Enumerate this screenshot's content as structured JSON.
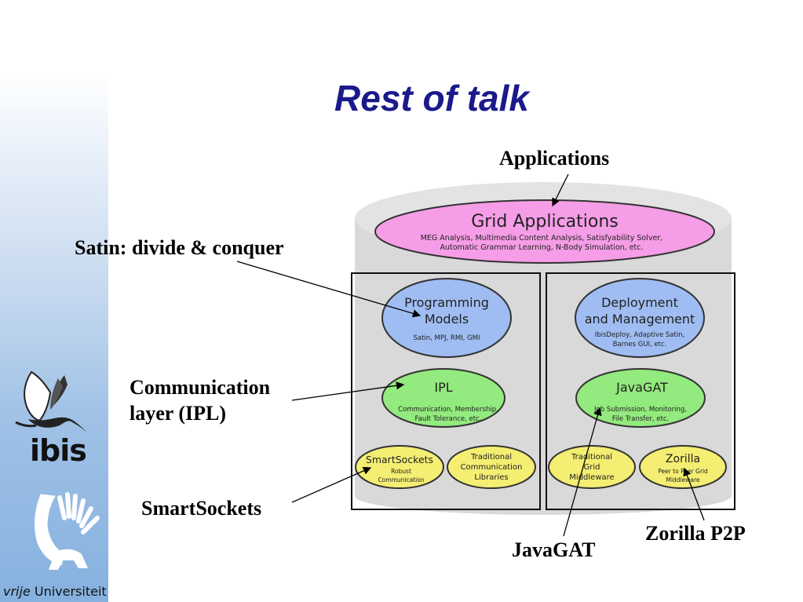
{
  "slide": {
    "title": "Rest of talk"
  },
  "annotations": {
    "applications": "Applications",
    "satin": "Satin: divide & conquer",
    "communication_line1": "Communication",
    "communication_line2": "layer (IPL)",
    "smartsockets": "SmartSockets",
    "javagat": "JavaGAT",
    "zorilla": "Zorilla P2P"
  },
  "diagram": {
    "grid_applications": {
      "title": "Grid Applications",
      "line1": "MEG Analysis, Multimedia Content Analysis, Satisfyability Solver,",
      "line2": "Automatic Grammar Learning, N-Body Simulation, etc."
    },
    "programming_models": {
      "line1": "Programming",
      "line2": "Models",
      "sub": "Satin, MPJ, RMI, GMI"
    },
    "deployment": {
      "line1": "Deployment",
      "line2": "and Management",
      "sub1": "IbisDeploy, Adaptive Satin,",
      "sub2": "Barnes GUI, etc."
    },
    "ipl": {
      "title": "IPL",
      "sub1": "Communication, Membership,",
      "sub2": "Fault Tolerance, etc."
    },
    "javagat": {
      "title": "JavaGAT",
      "sub1": "Job Submission, Monitoring,",
      "sub2": "File Transfer, etc."
    },
    "smartsockets": {
      "title": "SmartSockets",
      "sub1": "Robust",
      "sub2": "Communication"
    },
    "traditional_comm": {
      "line1": "Traditional",
      "line2": "Communication",
      "line3": "Libraries"
    },
    "traditional_grid": {
      "line1": "Traditional",
      "line2": "Grid",
      "line3": "Middleware"
    },
    "zorilla": {
      "title": "Zorilla",
      "sub1": "Peer to Peer Grid",
      "sub2": "Middleware"
    }
  },
  "logos": {
    "ibis": "ibis",
    "vu_italic": "vrije",
    "vu_rest": " Universiteit"
  },
  "colors": {
    "title": "#1a1a8c",
    "grid_apps_fill": "#f59de6",
    "programming_fill": "#9fbdf2",
    "green_fill": "#93ea7e",
    "yellow_fill": "#f4ee72",
    "cylinder_fill": "#d9d9d9"
  }
}
